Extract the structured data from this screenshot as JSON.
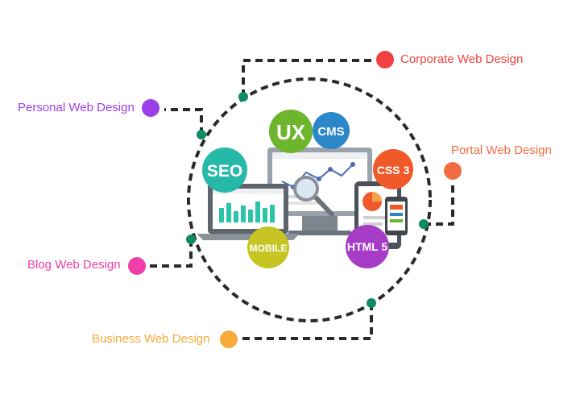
{
  "labels": {
    "corporate": "Corporate Web  Design",
    "personal": "Personal Web  Design",
    "portal": "Portal Web  Design",
    "blog": "Blog Web  Design",
    "business": "Business Web  Design"
  },
  "badges": {
    "ux": "UX",
    "cms": "CMS",
    "seo": "SEO",
    "css3": "CSS 3",
    "mobile": "MOBILE",
    "html5": "HTML 5"
  },
  "colors": {
    "corporate": "#ef4141",
    "personal": "#9b3fe8",
    "portal": "#f26c43",
    "blog": "#ef3fa8",
    "business": "#f6ab3b",
    "connector_dot": "#0f8a66",
    "dash_line": "#2a2a2a",
    "ux_badge": "#6cb52d",
    "cms_badge": "#2c87c8",
    "seo_badge": "#27b9a8",
    "css3_badge": "#f05a2b",
    "mobile_badge": "#c6c524",
    "html5_badge": "#a63cc5"
  },
  "icons": [
    "laptop-icon",
    "monitor-icon",
    "tablet-icon",
    "smartphone-icon",
    "magnifier-icon"
  ]
}
